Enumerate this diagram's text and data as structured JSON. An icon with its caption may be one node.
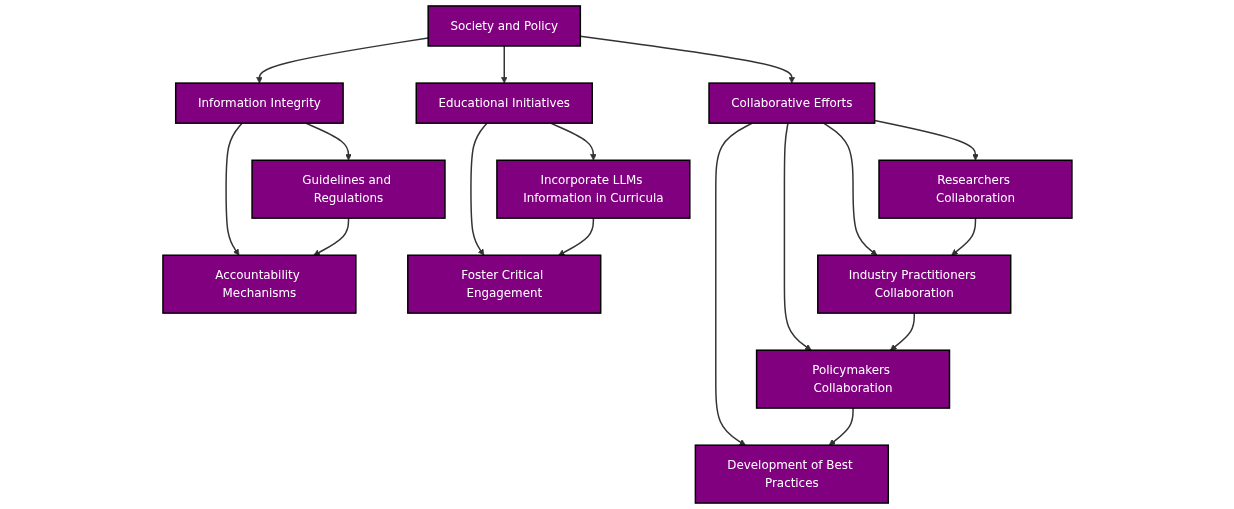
{
  "diagram": {
    "nodes": [
      {
        "text": [
          "Society and Policy"
        ]
      },
      {
        "text": [
          "Information Integrity"
        ]
      },
      {
        "text": [
          "Educational Initiatives"
        ]
      },
      {
        "text": [
          "Collaborative Efforts"
        ]
      },
      {
        "text": [
          "Guidelines and Regulations"
        ]
      },
      {
        "text": [
          "Accountability Mechanisms"
        ]
      },
      {
        "text": [
          "Incorporate LLMs Information in Curricula"
        ]
      },
      {
        "text": [
          "Foster Critical Engagement"
        ]
      },
      {
        "text": [
          "Researchers Collaboration"
        ]
      },
      {
        "text": [
          "Industry Practitioners Collaboration"
        ]
      },
      {
        "text": [
          "Policymakers Collaboration"
        ]
      },
      {
        "text": [
          "Development of Best Practices"
        ]
      }
    ],
    "edges": [
      {
        "from": 0,
        "to": 1,
        "arrow": "to"
      },
      {
        "from": 0,
        "to": 2,
        "arrow": "to"
      },
      {
        "from": 0,
        "to": 3,
        "arrow": "to"
      },
      {
        "from": 1,
        "to": 4,
        "arrow": "to"
      },
      {
        "from": 1,
        "to": 5,
        "arrow": "to"
      },
      {
        "from": 4,
        "to": 5,
        "arrow": "to"
      },
      {
        "from": 2,
        "to": 6,
        "arrow": "to"
      },
      {
        "from": 2,
        "to": 7,
        "arrow": "to"
      },
      {
        "from": 6,
        "to": 7,
        "arrow": "to"
      },
      {
        "from": 3,
        "to": 8,
        "arrow": "to"
      },
      {
        "from": 3,
        "to": 9,
        "arrow": "to"
      },
      {
        "from": 3,
        "to": 10,
        "arrow": "to"
      },
      {
        "from": 3,
        "to": 11,
        "arrow": "to"
      },
      {
        "from": 8,
        "to": 9,
        "arrow": "to"
      },
      {
        "from": 9,
        "to": 10,
        "arrow": "to"
      },
      {
        "from": 10,
        "to": 11,
        "arrow": "to"
      }
    ]
  }
}
